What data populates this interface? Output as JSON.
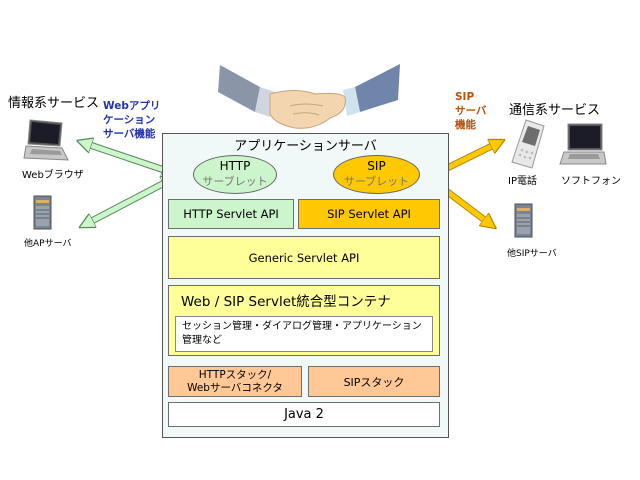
{
  "left_group": {
    "heading": "情報系サービス",
    "function_note": [
      "Webアプリ",
      "ケーション",
      "サーバ機能"
    ],
    "devices": [
      {
        "icon": "laptop-icon",
        "label": "Webブラウザ"
      },
      {
        "icon": "server-icon",
        "label": "他APサーバ"
      }
    ]
  },
  "right_group": {
    "heading": "通信系サービス",
    "function_note": [
      "SIP",
      "サーバ",
      "機能"
    ],
    "devices": [
      {
        "icon": "mobile-phone-icon",
        "label": "IP電話"
      },
      {
        "icon": "laptop-icon",
        "label": "ソフトフォン"
      },
      {
        "icon": "server-icon",
        "label": "他SIPサーバ"
      }
    ]
  },
  "app_server": {
    "title": "アプリケーションサーバ",
    "http_servlet": {
      "line1": "HTTP",
      "line2": "サーブレット"
    },
    "sip_servlet": {
      "line1": "SIP",
      "line2": "サーブレット"
    },
    "http_api": "HTTP Servlet API",
    "sip_api": "SIP Servlet API",
    "generic_api": "Generic Servlet API",
    "container": {
      "title": "Web / SIP Servlet統合型コンテナ",
      "description": "セッション管理・ダイアログ管理・アプリケーション管理など"
    },
    "http_stack": {
      "line1": "HTTPスタック/",
      "line2": "Webサーバコネクタ"
    },
    "sip_stack": "SIPスタック",
    "java": "Java 2"
  },
  "colors": {
    "http_green": "#ccf5cc",
    "sip_gold": "#ffc800",
    "generic_yellow": "#ffff99",
    "stack_orange": "#ffc896",
    "server_bg": "#f0f8f8",
    "note_blue": "#2233aa",
    "note_brown": "#b8530e"
  }
}
